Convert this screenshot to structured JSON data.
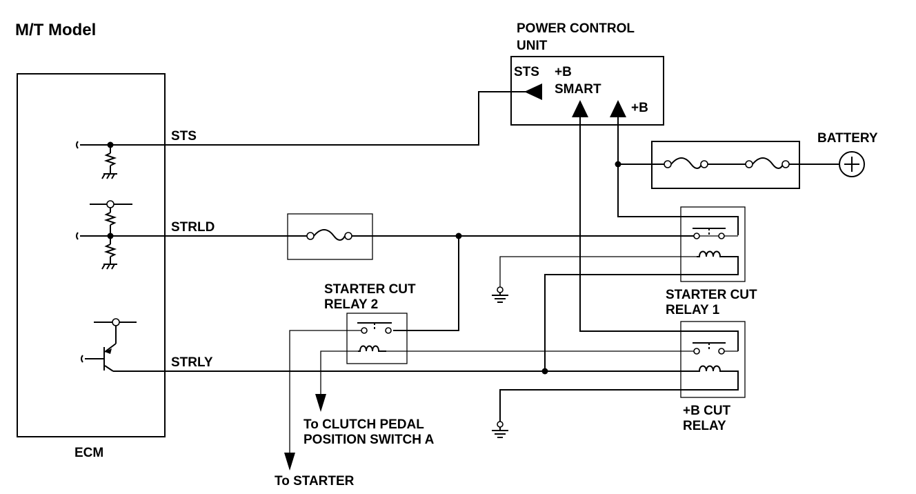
{
  "diagram": {
    "title": "M/T Model",
    "ecm": {
      "label": "ECM"
    },
    "pcu": {
      "label_line1": "POWER CONTROL",
      "label_line2": "UNIT",
      "pin_sts": "STS",
      "pin_b_smart_1": "+B",
      "pin_b_smart_2": "SMART",
      "pin_b": "+B"
    },
    "battery": {
      "label": "BATTERY"
    },
    "signals": {
      "sts": "STS",
      "strld": "STRLD",
      "strly": "STRLY"
    },
    "starter_cut_relay_2": {
      "line1": "STARTER CUT",
      "line2": "RELAY 2"
    },
    "starter_cut_relay_1": {
      "line1": "STARTER CUT",
      "line2": "RELAY 1"
    },
    "b_cut_relay": {
      "line1": "+B CUT",
      "line2": "RELAY"
    },
    "to_clutch": {
      "line1": "To CLUTCH PEDAL",
      "line2": "POSITION SWITCH A"
    },
    "to_starter": {
      "label": "To STARTER"
    }
  }
}
